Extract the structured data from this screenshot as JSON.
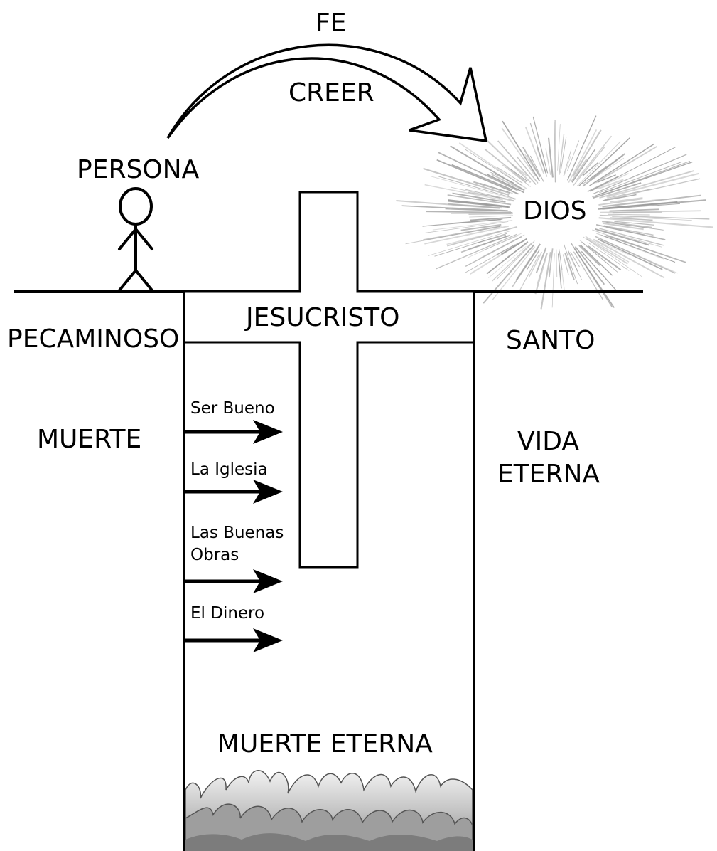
{
  "labels": {
    "faith": "FE",
    "believe": "CREER",
    "person": "PERSONA",
    "god": "DIOS",
    "jesus": "JESUCRISTO",
    "sinful": "PECAMINOSO",
    "holy": "SANTO",
    "death": "MUERTE",
    "life_line1": "VIDA",
    "life_line2": "ETERNA",
    "eternal_death": "MUERTE ETERNA"
  },
  "attempts": [
    {
      "line1": "Ser Bueno",
      "line2": ""
    },
    {
      "line1": "La Iglesia",
      "line2": ""
    },
    {
      "line1": "Las Buenas",
      "line2": "Obras"
    },
    {
      "line1": "El Dinero",
      "line2": ""
    }
  ],
  "colors": {
    "ink": "#000000",
    "burst": "#9a9a9a",
    "flame_light": "#e6e6e6",
    "flame_mid": "#b5b5b5",
    "flame_dark": "#8a8a8a"
  }
}
